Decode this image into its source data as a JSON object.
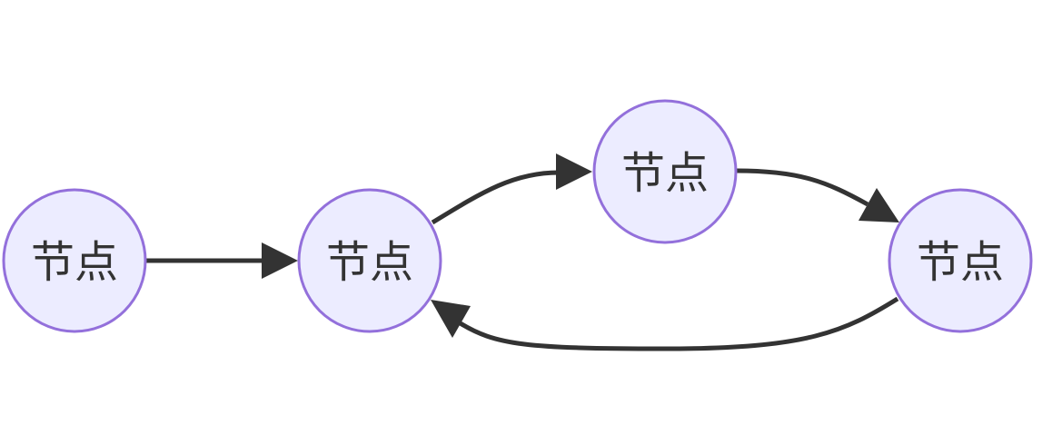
{
  "diagram": {
    "type": "flowchart",
    "nodes": [
      {
        "id": "A",
        "label": "节点"
      },
      {
        "id": "B",
        "label": "节点"
      },
      {
        "id": "C",
        "label": "节点"
      },
      {
        "id": "D",
        "label": "节点"
      }
    ],
    "edges": [
      {
        "from": "A",
        "to": "B"
      },
      {
        "from": "B",
        "to": "C"
      },
      {
        "from": "C",
        "to": "D"
      },
      {
        "from": "D",
        "to": "B"
      }
    ],
    "colors": {
      "node_fill": "#ECECFF",
      "node_stroke": "#9370DB",
      "edge": "#333333",
      "text": "#333333"
    }
  }
}
